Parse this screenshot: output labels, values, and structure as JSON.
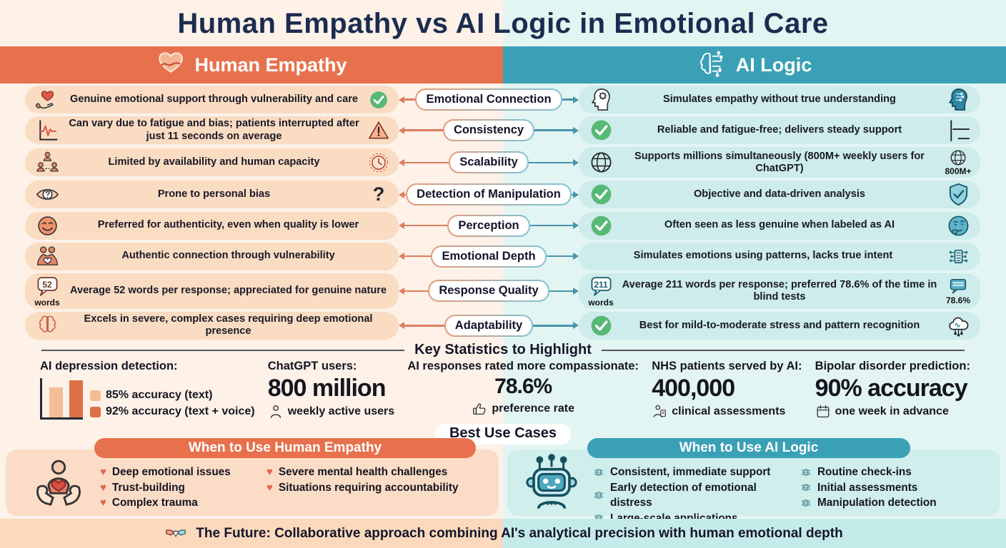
{
  "title": "Human Empathy vs AI Logic in Emotional Care",
  "columns": {
    "left": {
      "label": "Human Empathy",
      "icon": "heart-hand",
      "color": "#e7714d"
    },
    "right": {
      "label": "AI Logic",
      "icon": "brain-circuit",
      "color": "#3aa0b5"
    }
  },
  "glyphs": {
    "heart": "♥",
    "question": "?"
  },
  "rows": [
    {
      "category": "Emotional Connection",
      "left": {
        "icon": "hand-heart",
        "text": "Genuine emotional support through vulnerability and care",
        "status": "check-circle"
      },
      "right": {
        "status": "head-gear",
        "text": "Simulates empathy without true understanding",
        "icon": "head-circuit"
      }
    },
    {
      "category": "Consistency",
      "left": {
        "icon": "pulse-chart",
        "text": "Can vary due to fatigue and bias; patients interrupted after just 11 seconds on average",
        "status": "warning-triangle"
      },
      "right": {
        "status": "check-circle",
        "text": "Reliable and fatigue-free; delivers steady support",
        "icon": "flat-line-chart"
      }
    },
    {
      "category": "Scalability",
      "left": {
        "icon": "people-network",
        "text": "Limited by availability and human capacity",
        "status": "clock"
      },
      "right": {
        "status": "globe",
        "text": "Supports millions simultaneously (800M+ weekly users for ChatGPT)",
        "icon": "globe",
        "icon_caption": "800M+"
      }
    },
    {
      "category": "Detection of Manipulation",
      "left": {
        "icon": "eye-question",
        "text": "Prone to personal bias",
        "status": "question-mark"
      },
      "right": {
        "status": "check-circle",
        "text": "Objective and data-driven analysis",
        "icon": "shield-check"
      }
    },
    {
      "category": "Perception",
      "left": {
        "icon": "smiley-face",
        "text": "Preferred for authenticity, even when quality is lower"
      },
      "right": {
        "status": "check-circle",
        "text": "Often seen as less genuine when labeled as AI",
        "icon": "thinking-face"
      }
    },
    {
      "category": "Emotional Depth",
      "left": {
        "icon": "people-heart",
        "text": "Authentic connection through vulnerability"
      },
      "right": {
        "text": "Simulates emotions using patterns, lacks true intent",
        "icon": "circuit-chip"
      }
    },
    {
      "category": "Response Quality",
      "left": {
        "icon": "word-count-bubble",
        "badge_num": "52",
        "badge_label": "words",
        "text": "Average 52 words per response; appreciated for genuine nature"
      },
      "right": {
        "status": "word-count-bubble",
        "badge_num": "211",
        "badge_label": "words",
        "text": "Average 211 words per response; preferred 78.6% of the time in blind tests",
        "icon": "chat-bubble",
        "icon_caption": "78.6%"
      }
    },
    {
      "category": "Adaptability",
      "left": {
        "icon": "brain",
        "text": "Excels in severe, complex cases requiring deep emotional presence"
      },
      "right": {
        "status": "check-circle",
        "text": "Best for mild-to-moderate stress and pattern recognition",
        "icon": "cloud-ai"
      }
    }
  ],
  "stats": {
    "heading": "Key Statistics to Highlight",
    "items": [
      {
        "label": "AI depression detection:",
        "chart_values": [
          85,
          92
        ],
        "legend": [
          {
            "text": "85% accuracy (text)",
            "swatch": "#f5bd96"
          },
          {
            "text": "92% accuracy (text + voice)",
            "swatch": "#dd7048"
          }
        ]
      },
      {
        "label": "ChatGPT users:",
        "value": "800 million",
        "sub": "weekly active users",
        "sub_icon": "person"
      },
      {
        "label": "AI responses rated more compassionate:",
        "value": "78.6%",
        "sub": "preference rate",
        "sub_icon": "thumbs-up"
      },
      {
        "label": "NHS patients served by AI:",
        "value": "400,000",
        "sub": "clinical assessments",
        "sub_icon": "person-clipboard"
      },
      {
        "label": "Bipolar disorder prediction:",
        "value": "90% accuracy",
        "sub": "one week in advance",
        "sub_icon": "calendar"
      }
    ]
  },
  "use_cases": {
    "heading": "Best Use Cases",
    "human": {
      "title": "When to Use Human Empathy",
      "icon": "hands-holding-person",
      "bullet": "heart",
      "col1": [
        "Deep emotional issues",
        "Trust-building",
        "Complex trauma"
      ],
      "col2": [
        "Severe mental health challenges",
        "Situations requiring accountability"
      ]
    },
    "ai": {
      "title": "When to Use AI Logic",
      "icon": "robot",
      "bullet": "circuit-chip",
      "col1": [
        "Consistent, immediate support",
        "Early detection of emotional distress",
        "Large-scale applications"
      ],
      "col2": [
        "Routine check-ins",
        "Initial assessments",
        "Manipulation detection"
      ]
    }
  },
  "footer": {
    "icon": "handshake",
    "text": "The Future: Collaborative approach combining AI's analytical precision with human emotional depth"
  },
  "colors": {
    "accent_orange": "#e7714d",
    "accent_teal": "#3aa0b5",
    "check_green": "#57b975",
    "bar_left": "#fadcc3",
    "bar_right": "#cdeceb",
    "bg_left": "#fdf1e8",
    "bg_right": "#e3f5f3",
    "title_navy": "#1c2c50",
    "arrow_left": "#dd7e5f",
    "arrow_right": "#4a93ae"
  }
}
